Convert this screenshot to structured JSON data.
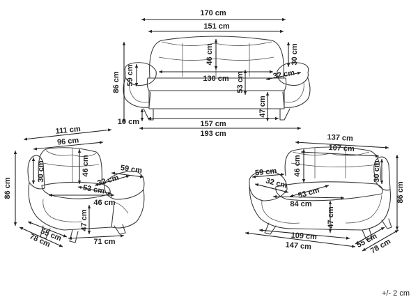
{
  "sofa3": {
    "width_total": "170 cm",
    "width_inner": "151 cm",
    "backrest_height": "46 cm",
    "arm_height": "30 cm",
    "height_total": "86 cm",
    "arm_front_height": "59 cm",
    "seat_width": "130 cm",
    "arm_width": "32 cm",
    "seat_height": "53 cm",
    "leg_height": "10 cm",
    "base_height": "47 cm",
    "base_width": "157 cm",
    "total_width": "193 cm"
  },
  "armchair": {
    "width_total": "111 cm",
    "width_inner": "96 cm",
    "backrest_height": "46 cm",
    "arm_height": "30 cm",
    "height_total": "86 cm",
    "arm_front_height": "59 cm",
    "arm_width": "32 cm",
    "seat_height": "53 cm",
    "seat_depth": "46 cm",
    "base_height": "47 cm",
    "depth_total": "55 cm",
    "depth_side": "78 cm",
    "base_width": "71 cm"
  },
  "sofa2": {
    "width_total": "137 cm",
    "width_inner": "107 cm",
    "arm_front_height": "59 cm",
    "backrest_height": "46 cm",
    "arm_height": "30 cm",
    "arm_width": "32 cm",
    "seat_height": "53 cm",
    "seat_width": "84 cm",
    "height_total": "86 cm",
    "base_height": "47 cm",
    "base_width": "109 cm",
    "total_width": "147 cm",
    "depth_total": "55 cm",
    "depth_side": "78 cm"
  },
  "tolerance": "+/- 2 cm"
}
